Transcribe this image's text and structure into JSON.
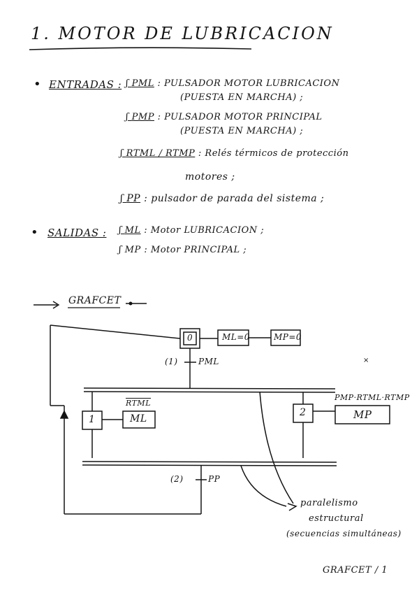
{
  "title": "1. MOTOR DE LUBRICACION",
  "inputs": {
    "heading": "ENTRADAS :",
    "items": [
      {
        "code": "PML",
        "text": ": PULSADOR MOTOR LUBRICACION",
        "text2": "(PUESTA EN MARCHA) ;"
      },
      {
        "code": "PMP",
        "text": ": PULSADOR MOTOR PRINCIPAL",
        "text2": "(PUESTA EN MARCHA) ;"
      },
      {
        "code": "RTML / RTMP",
        "text": ": Relés térmicos de protección",
        "text2": "motores ;"
      },
      {
        "code": "PP",
        "text": ": pulsador de parada del sistema ;"
      }
    ]
  },
  "outputs": {
    "heading": "SALIDAS :",
    "items": [
      {
        "code": "ML",
        "text": ": Motor LUBRICACION ;"
      },
      {
        "code": "MP",
        "text": ": Motor PRINCIPAL ;"
      }
    ]
  },
  "grafcet": {
    "label": "GRAFCET",
    "step0": "0",
    "step0_actions": [
      "ML=0",
      "MP=0"
    ],
    "t1_label": "(1)",
    "t1_cond": "PML",
    "step1": "1",
    "step1_action": "ML",
    "step1_cond": "RTML",
    "step2": "2",
    "step2_action": "MP",
    "step2_cond": "PMP·RTML·RTMP",
    "t2_label": "(2)",
    "t2_cond": "PP",
    "note_line1": "paralelismo",
    "note_line2": "estructural",
    "note_line3": "(secuencias simultáneas)",
    "page_ref": "GRAFCET / 1"
  }
}
